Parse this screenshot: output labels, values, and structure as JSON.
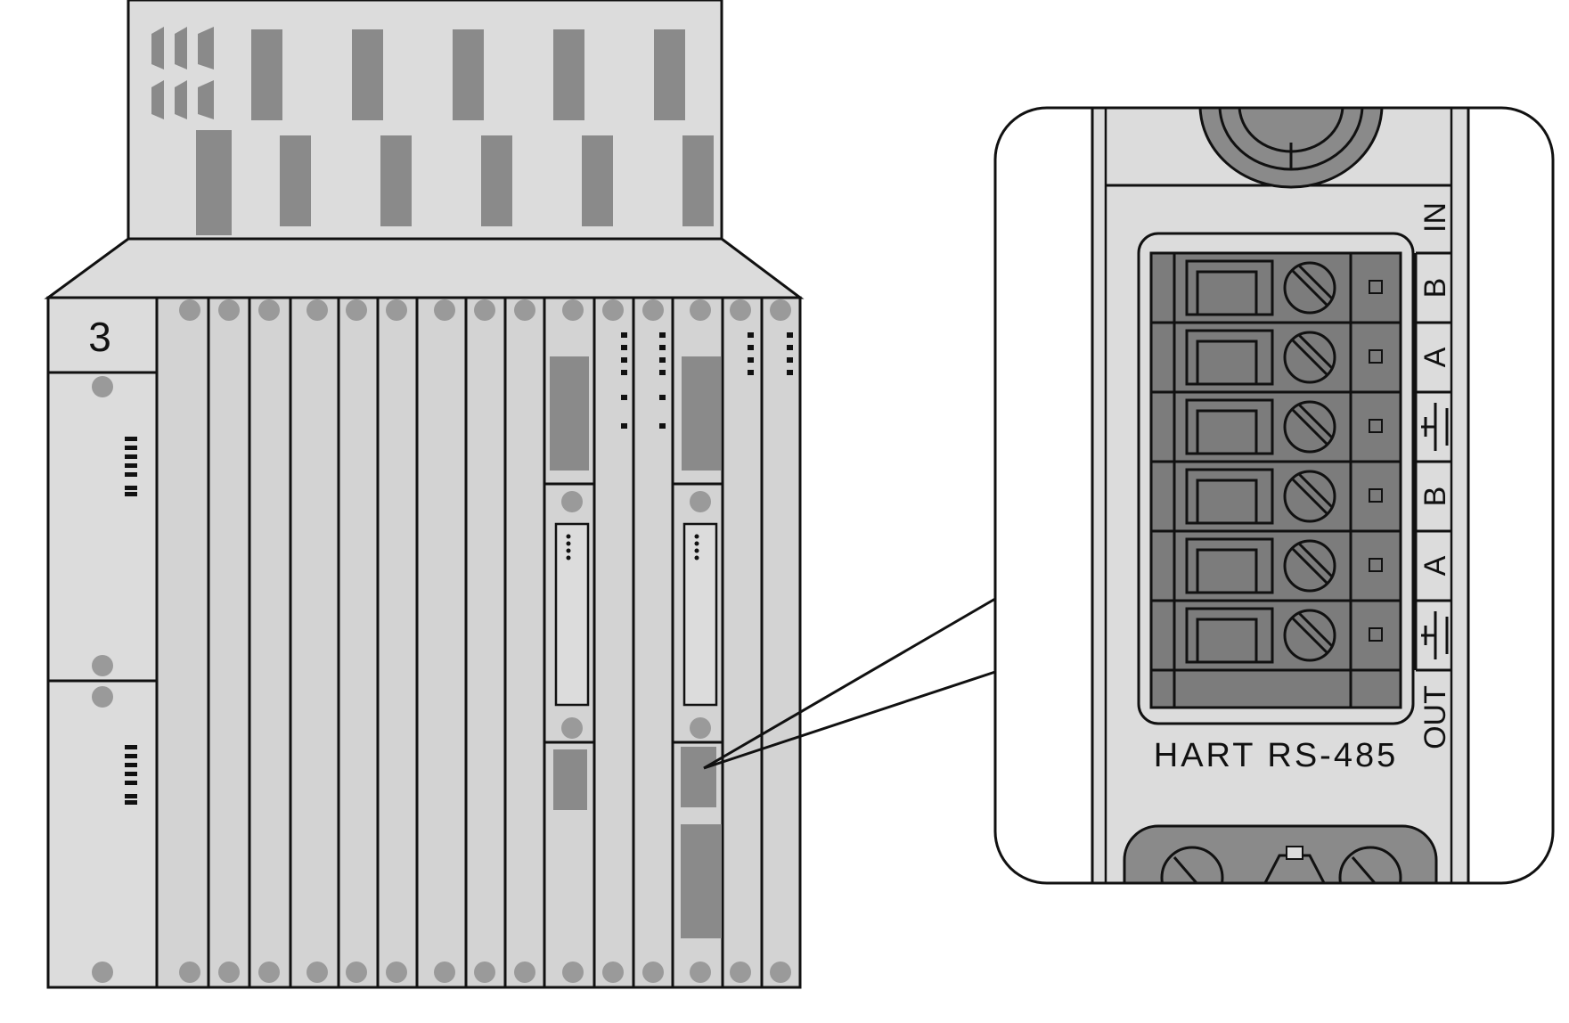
{
  "rack": {
    "unit_number": "3"
  },
  "inset": {
    "title": "HART RS-485",
    "direction_in": "IN",
    "direction_out": "OUT",
    "terminal_labels": [
      "B",
      "A",
      "",
      "B",
      "A",
      ""
    ]
  },
  "colors": {
    "outline": "#111111",
    "panel_fill": "#dcdcdc",
    "module_fill": "#d3d3d3",
    "dark_fill": "#8a8a8a",
    "knob_fill": "#9a9a9a",
    "terminal_block_fill": "#7c7c7c"
  }
}
